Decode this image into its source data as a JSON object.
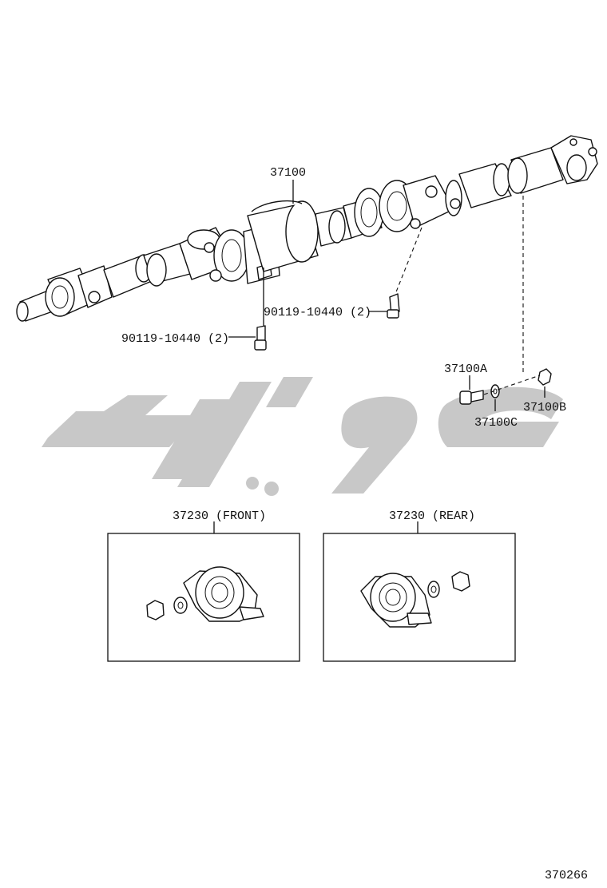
{
  "labels": {
    "main_part": "37100",
    "bolt_upper": "90119-10440 (2)",
    "bolt_lower": "90119-10440 (2)",
    "part_a": "37100A",
    "part_b": "37100B",
    "part_c": "37100C",
    "front_box": "37230 (FRONT)",
    "rear_box": "37230 (REAR)",
    "diagram_number": "370266"
  },
  "colors": {
    "line": "#111111",
    "watermark": "#c8c8c8"
  }
}
